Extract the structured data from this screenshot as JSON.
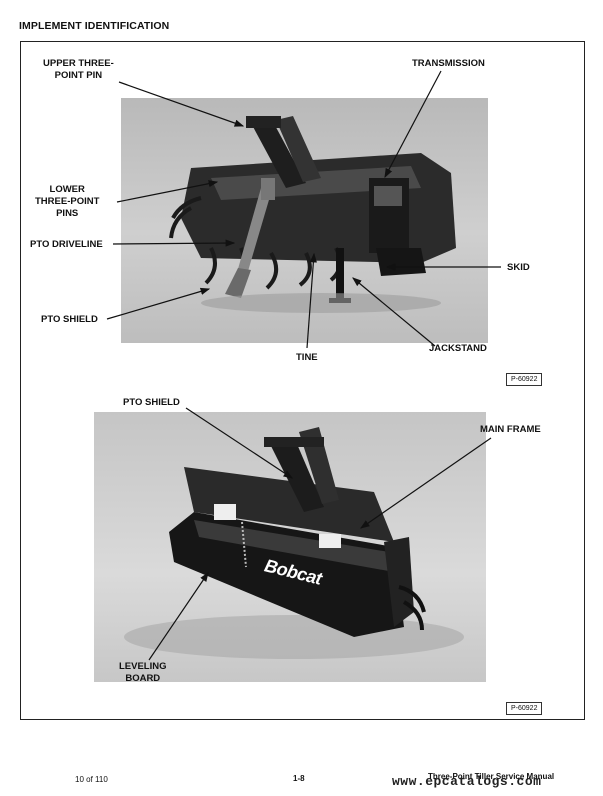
{
  "header": {
    "title": "IMPLEMENT IDENTIFICATION"
  },
  "figure1": {
    "labels": {
      "upper_pin_1": "UPPER THREE-",
      "upper_pin_2": "POINT PIN",
      "transmission": "TRANSMISSION",
      "lower_pins_1": "LOWER",
      "lower_pins_2": "THREE-POINT",
      "lower_pins_3": "PINS",
      "pto_driveline": "PTO DRIVELINE",
      "skid": "SKID",
      "pto_shield": "PTO SHIELD",
      "tine": "TINE",
      "jackstand": "JACKSTAND"
    },
    "part_number": "P-60922"
  },
  "figure2": {
    "labels": {
      "pto_shield": "PTO SHIELD",
      "main_frame": "MAIN FRAME",
      "leveling_1": "LEVELING",
      "leveling_2": "BOARD"
    },
    "brand_on_shield": "Bobcat",
    "part_number": "P-60922"
  },
  "footer": {
    "page_of": "10 of 110",
    "page_number": "1-8",
    "manual_title": "Three-Point Tiller Service Manual",
    "watermark": "www.epcatalogs.com"
  }
}
